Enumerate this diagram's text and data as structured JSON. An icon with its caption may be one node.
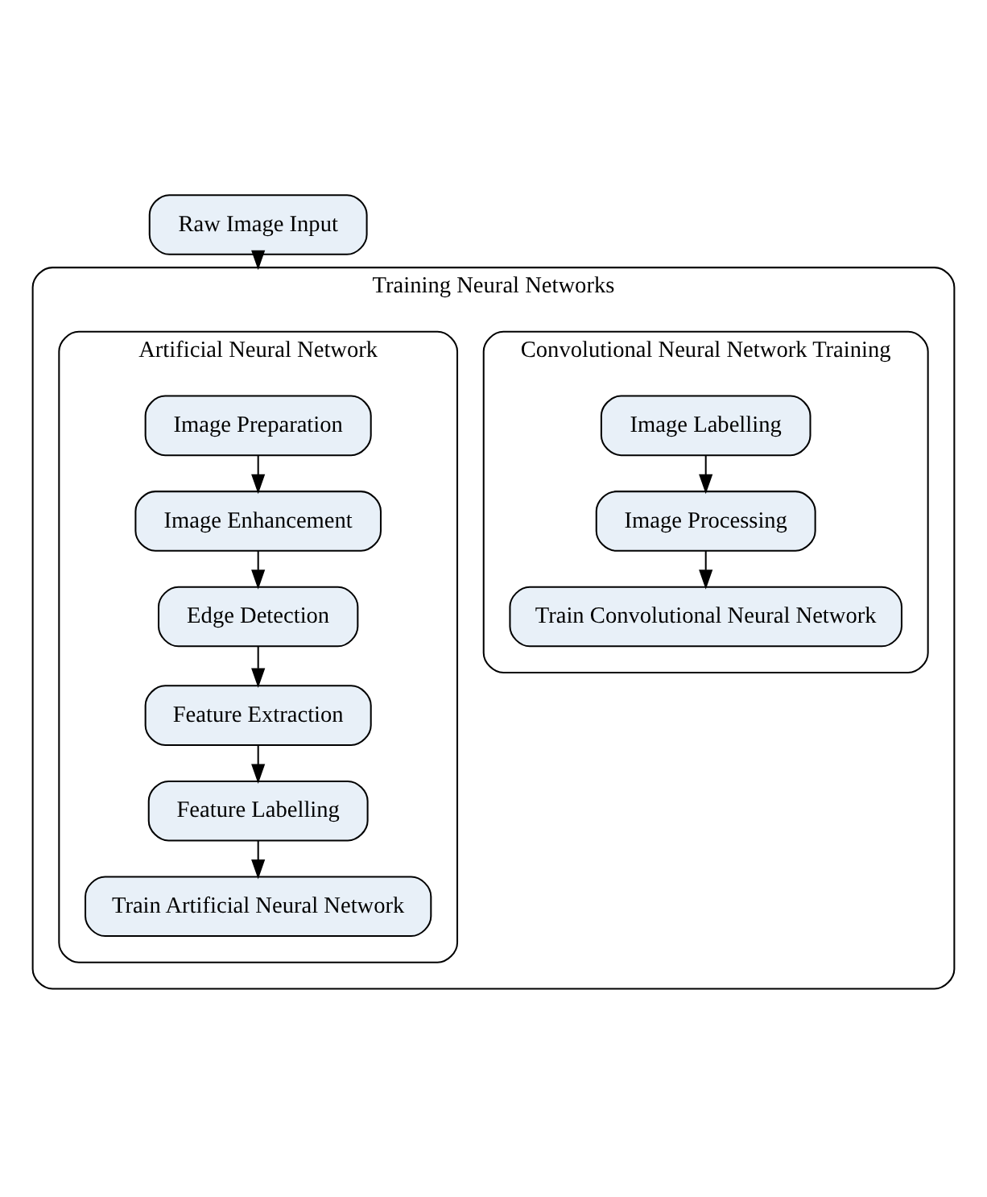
{
  "diagram": {
    "nodes": [
      {
        "text": [
          "Raw Image Input"
        ]
      },
      {
        "text": [
          "Training Neural Networks"
        ]
      },
      {
        "text": [
          "Convolutional Neural Network Training"
        ],
        "in": 1
      },
      {
        "text": [
          "Image Labelling"
        ],
        "in": 2
      },
      {
        "text": [
          "Image Processing"
        ],
        "in": 2
      },
      {
        "text": [
          "Train Convolutional Neural Network"
        ],
        "in": 2
      },
      {
        "text": [
          "Artificial Neural Network"
        ],
        "in": 1
      },
      {
        "text": [
          "Image Preparation"
        ],
        "in": 6
      },
      {
        "text": [
          "Image Enhancement"
        ],
        "in": 6
      },
      {
        "text": [
          "Edge Detection"
        ],
        "in": 6
      },
      {
        "text": [
          "Feature Extraction"
        ],
        "in": 6
      },
      {
        "text": [
          "Feature Labelling"
        ],
        "in": 6
      },
      {
        "text": [
          "Train Artificial Neural Network"
        ],
        "in": 6
      }
    ],
    "edges": [
      {
        "from": 0,
        "to": 1,
        "arrow": "to"
      },
      {
        "from": 3,
        "to": 4,
        "arrow": "to"
      },
      {
        "from": 4,
        "to": 5,
        "arrow": "to"
      },
      {
        "from": 7,
        "to": 8,
        "arrow": "to"
      },
      {
        "from": 8,
        "to": 9,
        "arrow": "to"
      },
      {
        "from": 9,
        "to": 10,
        "arrow": "to"
      },
      {
        "from": 10,
        "to": 11,
        "arrow": "to"
      },
      {
        "from": 11,
        "to": 12,
        "arrow": "to"
      }
    ]
  }
}
